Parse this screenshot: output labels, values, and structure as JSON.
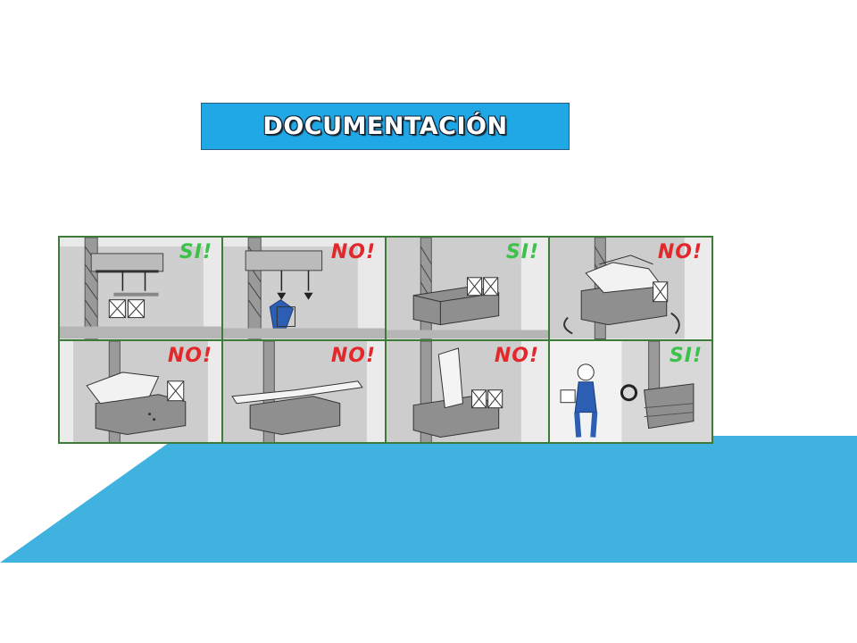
{
  "slide": {
    "title": "DOCUMENTACIÓN",
    "accent_color": "#3fb2e0",
    "title_bg": "#1fa7e6"
  },
  "panels": [
    {
      "verdict": "SI!",
      "status": "ok"
    },
    {
      "verdict": "NO!",
      "status": "bad"
    },
    {
      "verdict": "SI!",
      "status": "ok"
    },
    {
      "verdict": "NO!",
      "status": "bad"
    },
    {
      "verdict": "NO!",
      "status": "bad"
    },
    {
      "verdict": "NO!",
      "status": "bad"
    },
    {
      "verdict": "NO!",
      "status": "bad"
    },
    {
      "verdict": "SI!",
      "status": "ok"
    }
  ]
}
